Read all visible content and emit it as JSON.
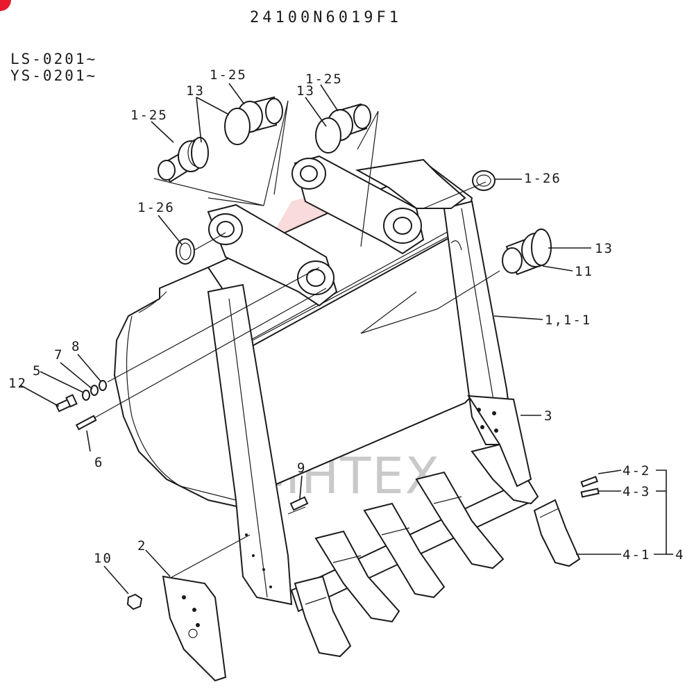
{
  "diagram": {
    "drawing_number": "24100N6019F1",
    "serial_ranges": [
      "LS-0201~",
      "YS-0201~"
    ],
    "watermark": "MHTEX",
    "accent_color": "#e8192c",
    "watermark_color": "#f3b7b7",
    "callouts": {
      "p1_25_a": "1-25",
      "p1_25_b": "1-25",
      "p1_25_c": "1-25",
      "p13_a": "13",
      "p13_b": "13",
      "p13_c": "13",
      "p1_26_a": "1-26",
      "p1_26_b": "1-26",
      "p11": "11",
      "p1_1_1": "1,1-1",
      "p3": "3",
      "p4_2": "4-2",
      "p4_3": "4-3",
      "p4_1": "4-1",
      "p4": "4",
      "p8": "8",
      "p7": "7",
      "p5": "5",
      "p12": "12",
      "p6": "6",
      "p9": "9",
      "p10": "10",
      "p2": "2"
    }
  }
}
